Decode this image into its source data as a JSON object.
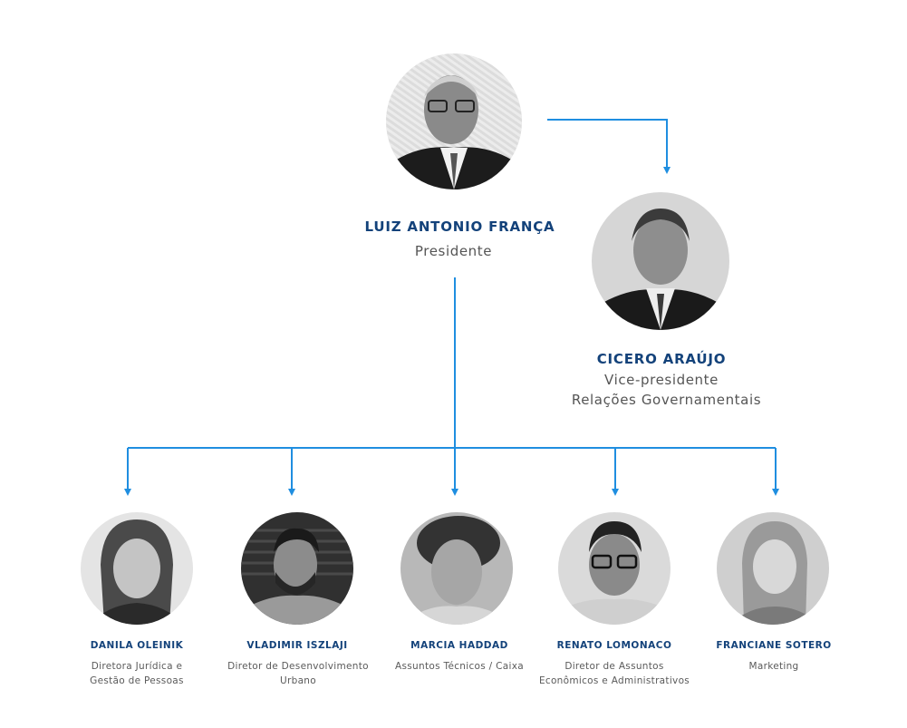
{
  "colors": {
    "connector": "#1f8ee0",
    "name": "#13427a",
    "role": "#555555"
  },
  "president": {
    "photo": "portrait-photo",
    "name": "LUIZ ANTONIO FRANÇA",
    "role": "Presidente"
  },
  "vice_president": {
    "photo": "portrait-photo",
    "name": "CICERO ARAÚJO",
    "role_line1": "Vice-presidente",
    "role_line2": "Relações Governamentais"
  },
  "directors": [
    {
      "name": "DANILA OLEINIK",
      "role_line1": "Diretora Jurídica e",
      "role_line2": "Gestão de Pessoas"
    },
    {
      "name": "VLADIMIR ISZLAJI",
      "role_line1": "Diretor de Desenvolvimento",
      "role_line2": "Urbano"
    },
    {
      "name": "MARCIA HADDAD",
      "role_line1": "Assuntos Técnicos / Caixa",
      "role_line2": ""
    },
    {
      "name": "RENATO LOMONACO",
      "role_line1": "Diretor de Assuntos",
      "role_line2": "Econômicos e Administrativos"
    },
    {
      "name": "FRANCIANE SOTERO",
      "role_line1": "Marketing",
      "role_line2": ""
    }
  ]
}
